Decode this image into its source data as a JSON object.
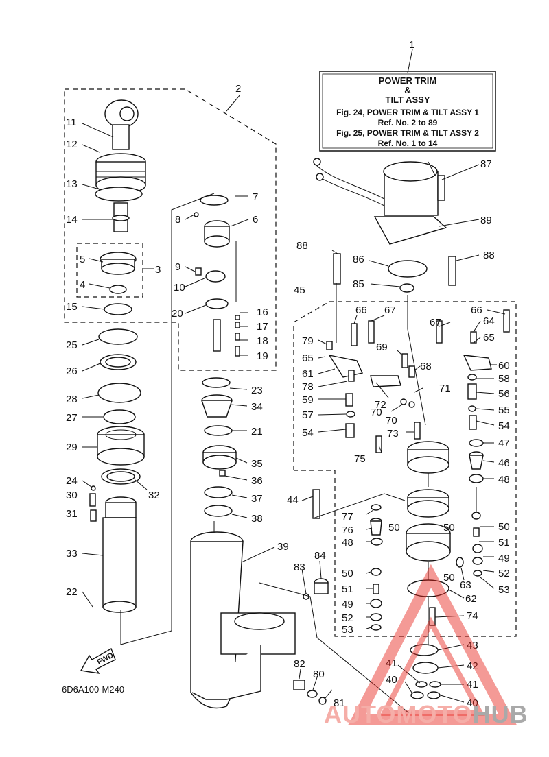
{
  "info_box": {
    "lines": [
      "POWER TRIM",
      "&",
      "TILT ASSY",
      "Fig. 24, POWER TRIM & TILT ASSY 1",
      "Ref. No. 2 to 89",
      "Fig. 25, POWER TRIM & TILT ASSY 2",
      "Ref. No. 1 to 14"
    ]
  },
  "diagram_code": "6D6A100-M240",
  "fwd_label": "FWD",
  "watermark": {
    "part1": "AUTOMOTO",
    "part2": "HUB",
    "color1": "#f4a09a",
    "color2": "#9b9b9b",
    "triangle_color": "#e8261f"
  },
  "callouts": [
    "1",
    "2",
    "3",
    "4",
    "5",
    "6",
    "7",
    "8",
    "9",
    "10",
    "11",
    "12",
    "13",
    "14",
    "15",
    "16",
    "17",
    "18",
    "19",
    "20",
    "21",
    "22",
    "23",
    "24",
    "25",
    "26",
    "27",
    "28",
    "29",
    "30",
    "31",
    "32",
    "33",
    "34",
    "35",
    "36",
    "37",
    "38",
    "39",
    "40",
    "40",
    "41",
    "41",
    "42",
    "43",
    "44",
    "45",
    "46",
    "47",
    "48",
    "48",
    "49",
    "49",
    "50",
    "50",
    "50",
    "50",
    "50",
    "51",
    "51",
    "52",
    "52",
    "53",
    "53",
    "54",
    "54",
    "55",
    "56",
    "57",
    "58",
    "59",
    "60",
    "61",
    "62",
    "63",
    "64",
    "65",
    "65",
    "66",
    "66",
    "67",
    "67",
    "68",
    "69",
    "70",
    "70",
    "71",
    "72",
    "73",
    "74",
    "75",
    "76",
    "77",
    "78",
    "79",
    "80",
    "81",
    "82",
    "83",
    "84",
    "85",
    "86",
    "87",
    "88",
    "88",
    "89"
  ]
}
